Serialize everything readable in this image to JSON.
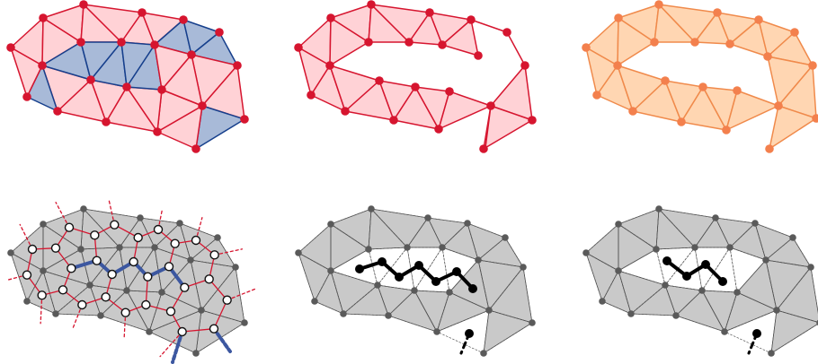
{
  "figure": {
    "panels": [
      {
        "id": "top-left",
        "style": "triangulation-red-with-blue-region"
      },
      {
        "id": "top-middle",
        "style": "triangulation-red-with-slit"
      },
      {
        "id": "top-right",
        "style": "triangulation-orange-filled"
      },
      {
        "id": "bottom-left",
        "style": "gray-mesh-with-dual-graph"
      },
      {
        "id": "bottom-middle",
        "style": "gray-mesh-with-long-black-path"
      },
      {
        "id": "bottom-right",
        "style": "gray-mesh-with-short-black-path"
      }
    ],
    "colors": {
      "red_edge": "#d6152f",
      "red_fill": "#ffd2d6",
      "red_vertex": "#d6152f",
      "blue_fill": "#a8bad8",
      "blue_edge": "#163f8c",
      "orange_edge": "#f08a4b",
      "orange_fill": "#ffd6b2",
      "orange_vertex": "#f3804d",
      "gray_fill": "#c9c9c9",
      "gray_vertex": "#5a5a5a",
      "gray_edge": "#555555",
      "dual_vertex_fill": "#ffffff",
      "dual_edge": "#d6152f",
      "dual_highlight": "#3c57a0",
      "path_color": "#000000"
    }
  }
}
